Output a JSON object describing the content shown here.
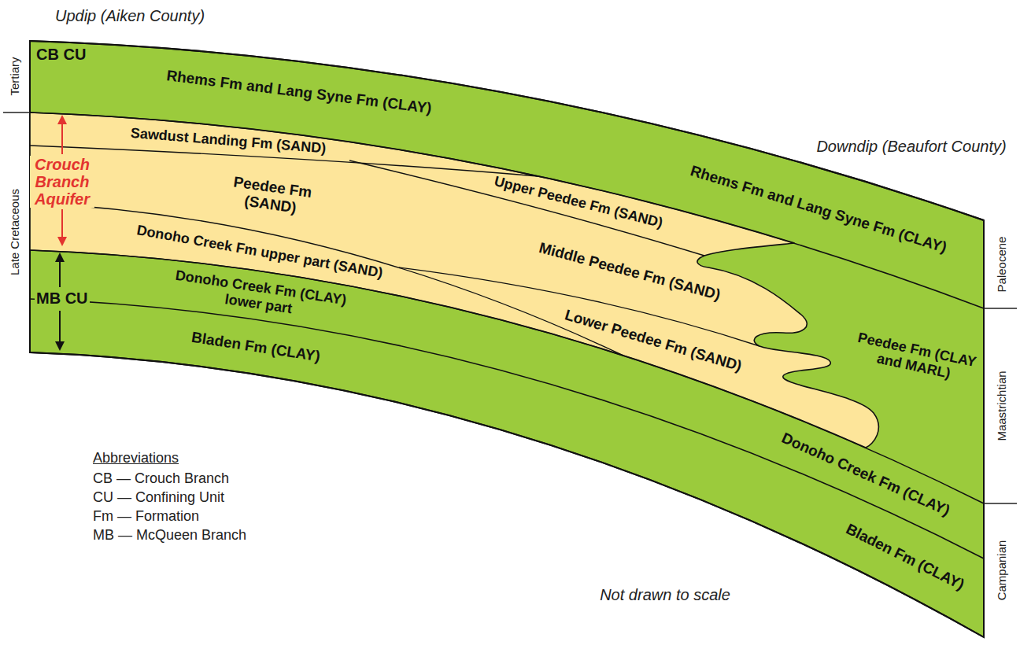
{
  "diagram": {
    "labels": [
      "Updip (Aiken County)",
      "Downdip (Beaufort County)",
      "CB CU",
      "Rhems Fm and Lang Syne Fm (CLAY)",
      "Sawdust Landing Fm (SAND)",
      "Crouch Branch Aquifer",
      "Peedee Fm (SAND)",
      "Upper Peedee Fm (SAND)",
      "Rhems Fm and Lang Syne Fm (CLAY)",
      "Middle Peedee Fm (SAND)",
      "Donoho Creek Fm upper part (SAND)",
      "MB CU",
      "Donoho Creek Fm (CLAY) lower part",
      "Lower Peedee Fm (SAND)",
      "Peedee Fm (CLAY and MARL)",
      "Bladen Fm (CLAY)",
      "Donoho Creek Fm (CLAY)",
      "Bladen Fm (CLAY)",
      "Tertiary",
      "Late Cretaceous",
      "Paleocene",
      "Maastrichtian",
      "Campanian",
      "Abbreviations",
      "CB — Crouch Branch",
      "CU — Confining Unit",
      "Fm — Formation",
      "MB — McQueen Branch",
      "Not drawn to scale"
    ]
  }
}
